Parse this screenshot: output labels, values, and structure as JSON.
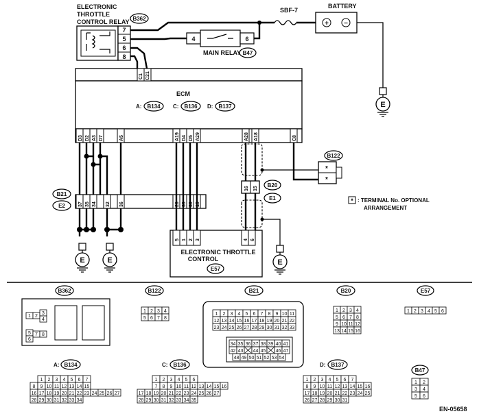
{
  "labels": {
    "etc_relay": [
      "ELECTRONIC",
      "THROTTLE",
      "CONTROL RELAY"
    ],
    "b362": "B362",
    "sbf7": "SBF-7",
    "battery": "BATTERY",
    "plus": "+",
    "minus": "−",
    "main_relay": "MAIN RELAY",
    "b47": "B47",
    "ecm": "ECM",
    "a_prefix": "A:",
    "c_prefix": "C:",
    "d_prefix": "D:",
    "b134": "B134",
    "b136": "B136",
    "b137": "B137",
    "b122": "B122",
    "b20": "B20",
    "e1": "E1",
    "b21": "B21",
    "e2": "E2",
    "legend_star": "*",
    "legend_text": [
      ": TERMINAL No. OPTIONAL",
      "ARRANGEMENT"
    ],
    "etc": [
      "ELECTRONIC THROTTLE",
      "CONTROL"
    ],
    "e57": "E57",
    "ground": "E",
    "code": "EN-05658"
  },
  "relay_pins": [
    "7",
    "5",
    "6",
    "8"
  ],
  "main_relay_pins": [
    "4",
    "6"
  ],
  "ecm_c_pins": [
    "C1",
    "C21"
  ],
  "ecm_bottom_pins": [
    "D3",
    "D2",
    "A3",
    "D7",
    "A5",
    "A19",
    "D4",
    "D5",
    "A29",
    "A28",
    "A18",
    "C8"
  ],
  "b21_pins": [
    "37",
    "35",
    "34",
    "32",
    "36",
    "20",
    "39",
    "30",
    "19"
  ],
  "b20_pins": [
    "16",
    "15"
  ],
  "etc_pins": [
    "5",
    "1",
    "2",
    "3",
    "4",
    "6"
  ],
  "b122_pins": [
    "*",
    "*"
  ],
  "connectors": {
    "b362_rows": [
      [
        "1",
        "2",
        "3"
      ],
      [
        "4"
      ],
      [
        "5",
        "7",
        "8"
      ],
      [
        "6"
      ]
    ],
    "b122_rows": [
      [
        "1",
        "2",
        "3",
        "4"
      ],
      [
        "5",
        "6",
        "7",
        "8"
      ]
    ],
    "b21_rows": [
      [
        "1",
        "2",
        "3",
        "4",
        "5",
        "6",
        "7",
        "8",
        "9",
        "10",
        "11"
      ],
      [
        "12",
        "13",
        "14",
        "15",
        "16",
        "17",
        "18",
        "19",
        "20",
        "21",
        "22"
      ],
      [
        "23",
        "24",
        "25",
        "26",
        "27",
        "28",
        "29",
        "30",
        "31",
        "32",
        "33"
      ],
      [
        "34",
        "35",
        "36",
        "37",
        "38",
        "39",
        "40",
        "41"
      ],
      [
        "42",
        "43",
        "",
        "44",
        "45",
        "",
        "46",
        "47"
      ],
      [
        "48",
        "49",
        "50",
        "51",
        "52",
        "53",
        "54"
      ]
    ],
    "b20_rows": [
      [
        "1",
        "2",
        "3",
        "4"
      ],
      [
        "5",
        "6",
        "7",
        "8"
      ],
      [
        "9",
        "10",
        "11",
        "12"
      ],
      [
        "13",
        "14",
        "15",
        "16"
      ]
    ],
    "e57_row": [
      "1",
      "2",
      "3",
      "4",
      "5",
      "6"
    ],
    "b134_rows": [
      [
        "1",
        "2",
        "3",
        "4",
        "5",
        "6",
        "7"
      ],
      [
        "8",
        "9",
        "10",
        "11",
        "12",
        "13",
        "14",
        "15"
      ],
      [
        "16",
        "17",
        "18",
        "19",
        "20",
        "21",
        "22",
        "23",
        "24",
        "25",
        "26",
        "27"
      ],
      [
        "28",
        "29",
        "30",
        "31",
        "32",
        "33",
        "34"
      ]
    ],
    "b136_rows": [
      [
        "1",
        "2",
        "3",
        "4",
        "5",
        "6"
      ],
      [
        "7",
        "8",
        "9",
        "10",
        "11",
        "12",
        "13",
        "14",
        "15",
        "16"
      ],
      [
        "17",
        "18",
        "19",
        "20",
        "21",
        "22",
        "23",
        "24",
        "25",
        "26",
        "27"
      ],
      [
        "28",
        "29",
        "30",
        "31",
        "32",
        "33",
        "34",
        "35"
      ]
    ],
    "b137_rows": [
      [
        "1",
        "2",
        "3",
        "4",
        "5",
        "6",
        "7"
      ],
      [
        "8",
        "9",
        "10",
        "11",
        "12",
        "13",
        "14",
        "15",
        "16"
      ],
      [
        "17",
        "18",
        "19",
        "20",
        "21",
        "22",
        "23",
        "24",
        "25"
      ],
      [
        "26",
        "27",
        "28",
        "29",
        "30",
        "31"
      ]
    ],
    "b47_rows": [
      [
        "1",
        "2"
      ],
      [
        "3",
        "4"
      ],
      [
        "5",
        "6"
      ]
    ]
  }
}
